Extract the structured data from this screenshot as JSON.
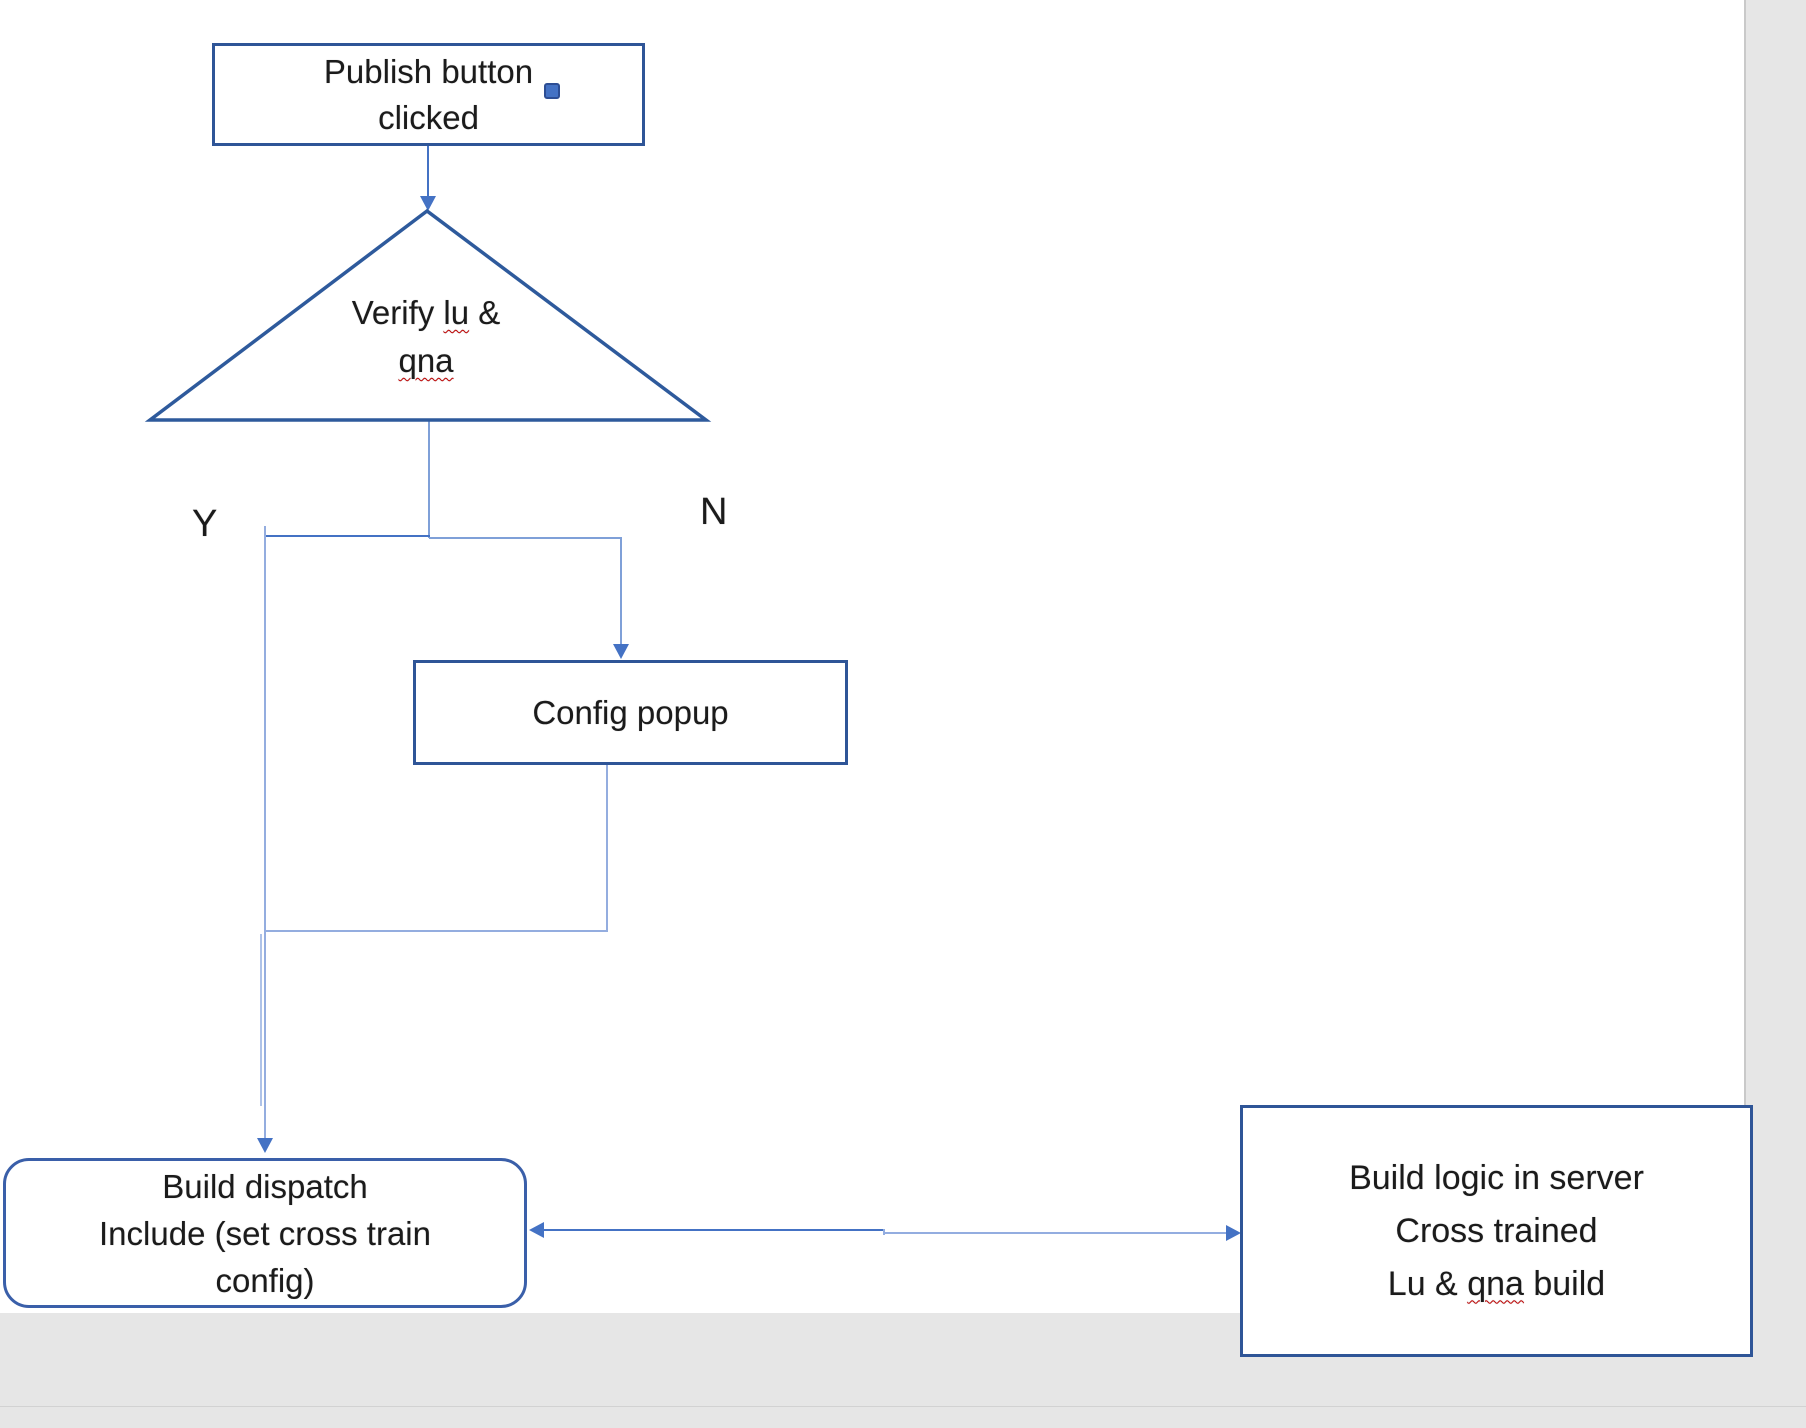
{
  "diagram": {
    "kind": "flowchart",
    "nodes": {
      "publish": {
        "line1": "Publish button",
        "line2": "clicked"
      },
      "verify": {
        "line1_pre": "Verify ",
        "line1_word": "lu",
        "line1_post": " &",
        "line2_word": "qna"
      },
      "config": {
        "label": "Config popup"
      },
      "dispatch": {
        "line1": "Build dispatch",
        "line2": "Include (set cross train",
        "line3": "config)"
      },
      "server": {
        "line1": "Build logic in server",
        "line2": "Cross trained",
        "line3_pre": "Lu & ",
        "line3_word": "qna",
        "line3_post": " build"
      }
    },
    "branch_labels": {
      "yes": "Y",
      "no": "N"
    },
    "colors": {
      "shape_border": "#2F5597",
      "rounded_box_border": "#3A5FA9",
      "connector": "#4472C4",
      "connector_light": "#94ADDF",
      "spellcheck_underline": "#C00000",
      "slide_background": "#FFFFFF",
      "gutter_background": "#E6E6E6",
      "gutter_divider": "#C9C9C9"
    }
  }
}
